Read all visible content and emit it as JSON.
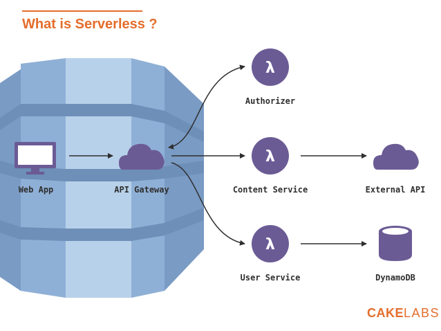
{
  "title": "What is Serverless ?",
  "colors": {
    "accent": "#e46d2b",
    "node_purple": "#6b5b95",
    "database_light": "#a9c5e3",
    "database_mid": "#8fb0d6",
    "database_dark": "#7a9bc4",
    "arrow": "#2f2f2f"
  },
  "nodes": {
    "web_app": {
      "label": "Web App",
      "icon": "monitor-icon"
    },
    "api_gateway": {
      "label": "API Gateway",
      "icon": "cloud-icon"
    },
    "authorizer": {
      "label": "Authorizer",
      "icon": "lambda-icon",
      "glyph": "λ"
    },
    "content_service": {
      "label": "Content Service",
      "icon": "lambda-icon",
      "glyph": "λ"
    },
    "user_service": {
      "label": "User Service",
      "icon": "lambda-icon",
      "glyph": "λ"
    },
    "external_api": {
      "label": "External API",
      "icon": "cloud-icon"
    },
    "dynamodb": {
      "label": "DynamoDB",
      "icon": "database-icon"
    }
  },
  "edges": [
    {
      "from": "web_app",
      "to": "api_gateway"
    },
    {
      "from": "api_gateway",
      "to": "authorizer",
      "bidirectional": true
    },
    {
      "from": "api_gateway",
      "to": "content_service"
    },
    {
      "from": "api_gateway",
      "to": "user_service"
    },
    {
      "from": "content_service",
      "to": "external_api"
    },
    {
      "from": "user_service",
      "to": "dynamodb"
    }
  ],
  "logo": {
    "part1": "CAKE",
    "part2": "LABS"
  }
}
